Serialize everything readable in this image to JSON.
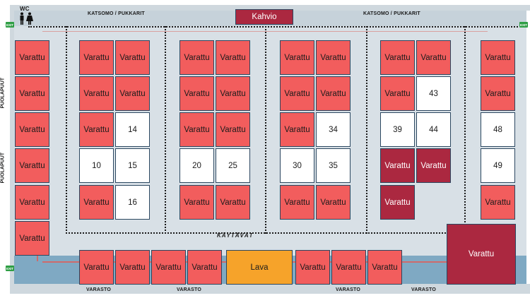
{
  "colors": {
    "reserved": "#f25d5d",
    "free": "#ffffff",
    "dark_reserved": "#ab2840",
    "stage": "#f6a32a",
    "border": "#2b4760",
    "water": "#7fa9c3"
  },
  "labels": {
    "wc": "WC",
    "stands_left": "KATSOMO / PUKKARIT",
    "stands_right": "KATSOMO / PUKKARIT",
    "cafe": "Kahvio",
    "side_top": "PUOLAPUUT",
    "side_bottom": "PUOLAPUUT",
    "corridors": "KÄYTÄVÄT",
    "storage_1": "VARASTO",
    "storage_2": "VARASTO",
    "storage_3": "VARASTO",
    "storage_4": "VARASTO",
    "stage": "Lava",
    "exit": "EXIT"
  },
  "icons": [
    "wc-people-icon",
    "exit-sign-icon"
  ],
  "booths": [
    {
      "label": "Varattu",
      "status": "reserved"
    },
    {
      "label": "Varattu",
      "status": "reserved"
    },
    {
      "label": "Varattu",
      "status": "reserved"
    },
    {
      "label": "Varattu",
      "status": "reserved"
    },
    {
      "label": "Varattu",
      "status": "reserved"
    },
    {
      "label": "Varattu",
      "status": "reserved"
    },
    {
      "label": "Varattu",
      "status": "reserved"
    },
    {
      "label": "Varattu",
      "status": "reserved"
    },
    {
      "label": "Varattu",
      "status": "reserved"
    },
    {
      "label": "Varattu",
      "status": "reserved"
    },
    {
      "label": "Varattu",
      "status": "reserved"
    },
    {
      "label": "14",
      "status": "free"
    },
    {
      "label": "10",
      "status": "free"
    },
    {
      "label": "15",
      "status": "free"
    },
    {
      "label": "Varattu",
      "status": "reserved"
    },
    {
      "label": "16",
      "status": "free"
    },
    {
      "label": "Varattu",
      "status": "reserved"
    },
    {
      "label": "Varattu",
      "status": "reserved"
    },
    {
      "label": "Varattu",
      "status": "reserved"
    },
    {
      "label": "Varattu",
      "status": "reserved"
    },
    {
      "label": "Varattu",
      "status": "reserved"
    },
    {
      "label": "Varattu",
      "status": "reserved"
    },
    {
      "label": "20",
      "status": "free"
    },
    {
      "label": "25",
      "status": "free"
    },
    {
      "label": "Varattu",
      "status": "reserved"
    },
    {
      "label": "Varattu",
      "status": "reserved"
    },
    {
      "label": "Varattu",
      "status": "reserved"
    },
    {
      "label": "Varattu",
      "status": "reserved"
    },
    {
      "label": "Varattu",
      "status": "reserved"
    },
    {
      "label": "Varattu",
      "status": "reserved"
    },
    {
      "label": "Varattu",
      "status": "reserved"
    },
    {
      "label": "34",
      "status": "free"
    },
    {
      "label": "30",
      "status": "free"
    },
    {
      "label": "35",
      "status": "free"
    },
    {
      "label": "Varattu",
      "status": "reserved"
    },
    {
      "label": "Varattu",
      "status": "reserved"
    },
    {
      "label": "Varattu",
      "status": "reserved"
    },
    {
      "label": "Varattu",
      "status": "reserved"
    },
    {
      "label": "Varattu",
      "status": "reserved"
    },
    {
      "label": "43",
      "status": "free"
    },
    {
      "label": "39",
      "status": "free"
    },
    {
      "label": "44",
      "status": "free"
    },
    {
      "label": "Varattu",
      "status": "dark"
    },
    {
      "label": "Varattu",
      "status": "dark"
    },
    {
      "label": "Varattu",
      "status": "dark"
    },
    {
      "label": "Varattu",
      "status": "reserved"
    },
    {
      "label": "Varattu",
      "status": "reserved"
    },
    {
      "label": "48",
      "status": "free"
    },
    {
      "label": "49",
      "status": "free"
    },
    {
      "label": "Varattu",
      "status": "reserved"
    },
    {
      "label": "Varattu",
      "status": "dark"
    },
    {
      "label": "Varattu",
      "status": "reserved"
    },
    {
      "label": "Varattu",
      "status": "reserved"
    },
    {
      "label": "Varattu",
      "status": "reserved"
    },
    {
      "label": "Varattu",
      "status": "reserved"
    },
    {
      "label": "Varattu",
      "status": "reserved"
    },
    {
      "label": "Varattu",
      "status": "reserved"
    },
    {
      "label": "Varattu",
      "status": "reserved"
    }
  ]
}
